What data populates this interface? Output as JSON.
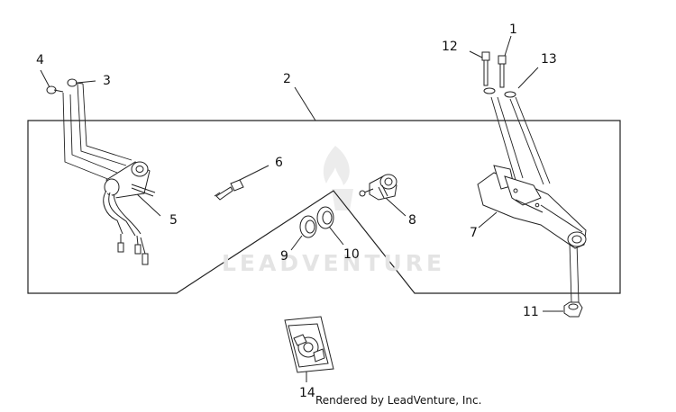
{
  "callouts": {
    "c1": "1",
    "c2": "2",
    "c3": "3",
    "c4": "4",
    "c5": "5",
    "c6": "6",
    "c7": "7",
    "c8": "8",
    "c9": "9",
    "c10": "10",
    "c11": "11",
    "c12": "12",
    "c13": "13",
    "c14": "14"
  },
  "watermark": "LEADVENTURE",
  "credit": "Rendered by LeadVenture, Inc."
}
